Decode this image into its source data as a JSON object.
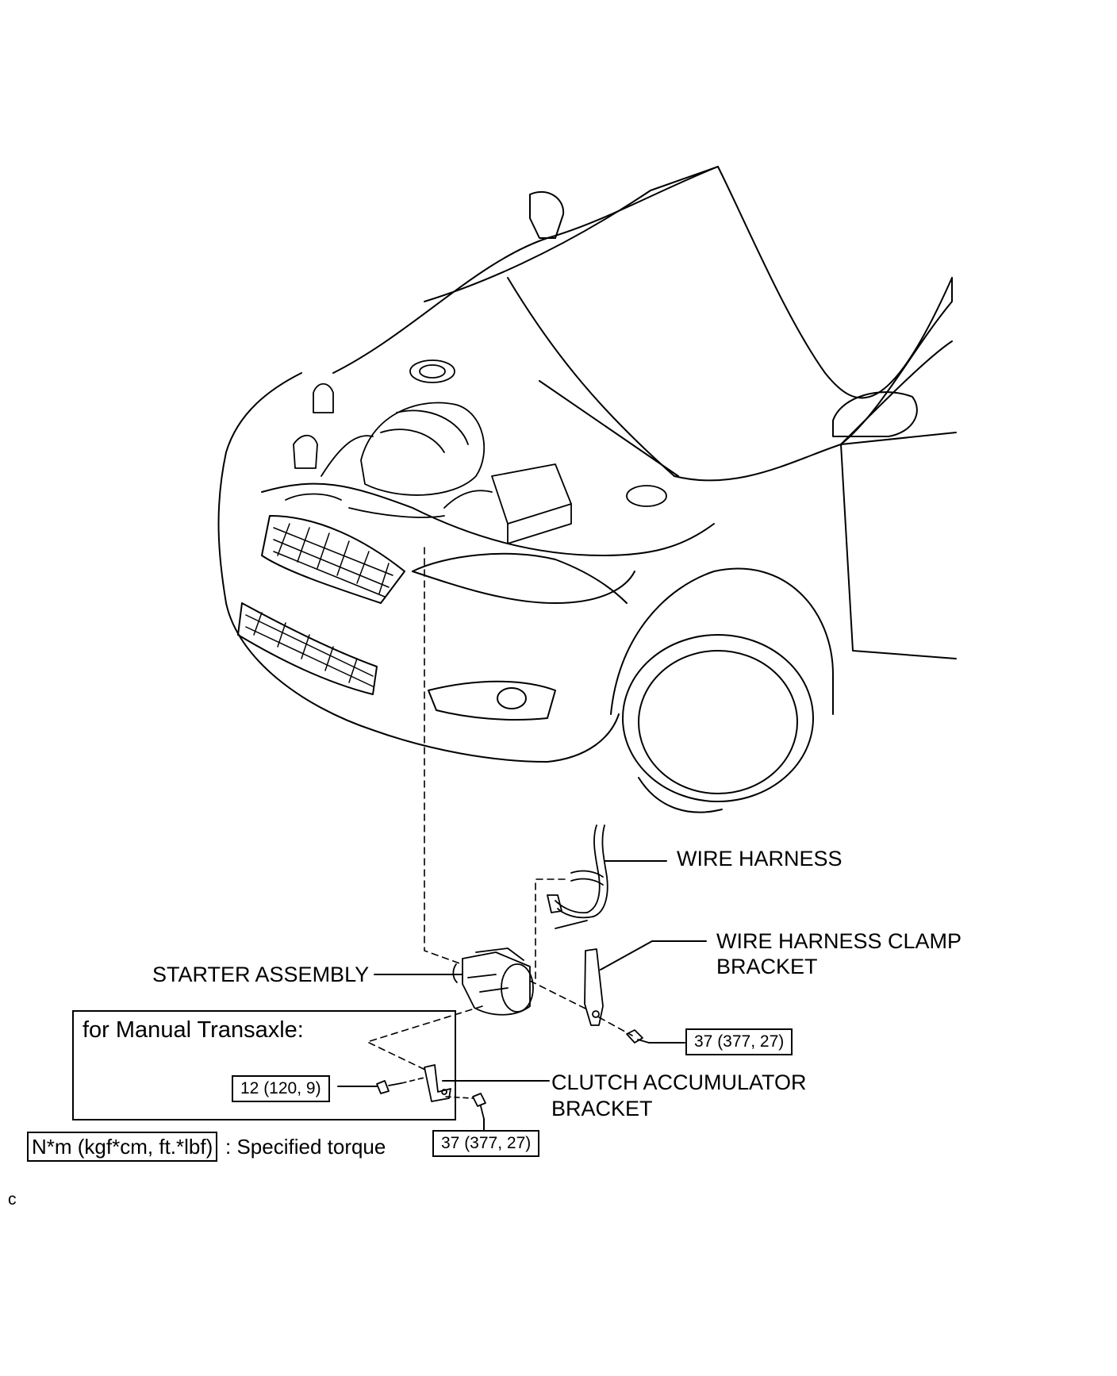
{
  "labels": {
    "wire_harness": "WIRE HARNESS",
    "clamp_bracket_line1": "WIRE HARNESS CLAMP",
    "clamp_bracket_line2": "BRACKET",
    "starter_assembly": "STARTER ASSEMBLY",
    "clutch_line1": "CLUTCH ACCUMULATOR",
    "clutch_line2": "BRACKET"
  },
  "manual_transaxle": {
    "title": "for Manual Transaxle:"
  },
  "torques": {
    "clamp_bracket_bolt": "37 (377, 27)",
    "clutch_bracket_bolt_small": "12 (120, 9)",
    "clutch_bracket_bolt_large": "37 (377, 27)"
  },
  "legend": {
    "unit": "N*m (kgf*cm, ft.*lbf)",
    "description": ": Specified torque"
  },
  "corner_mark": "c"
}
